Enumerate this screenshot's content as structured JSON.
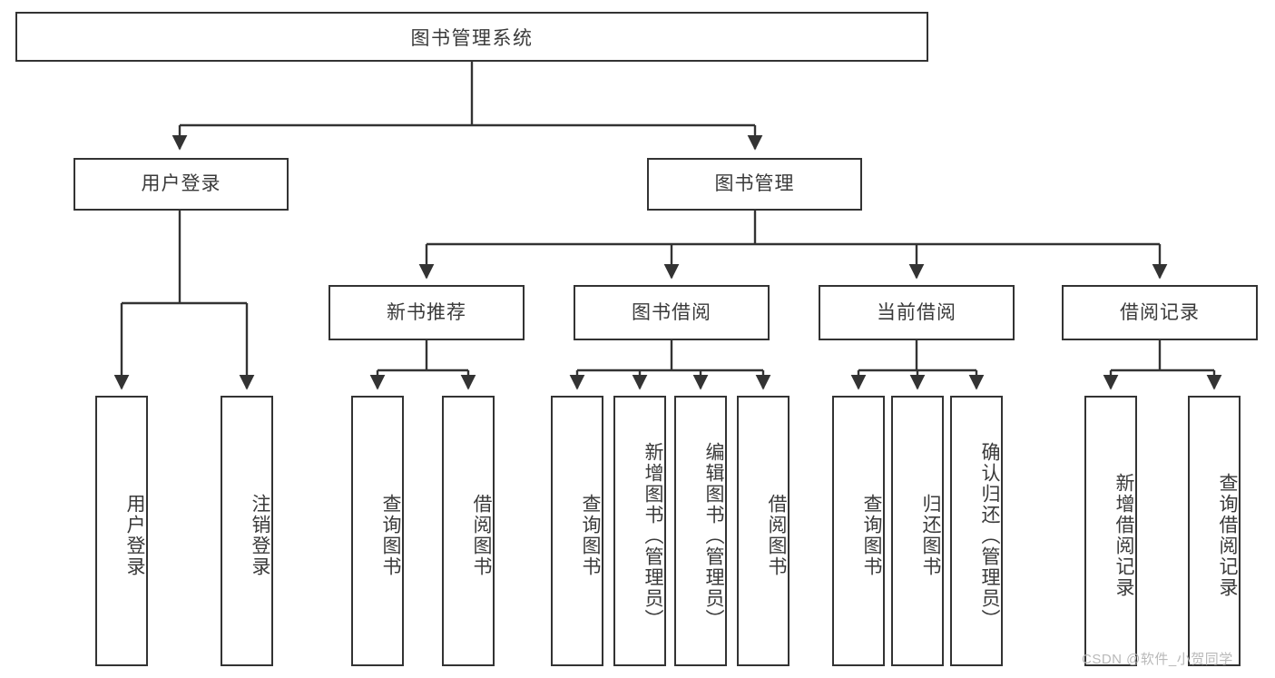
{
  "diagram": {
    "title": "图书管理系统",
    "type": "tree",
    "orientation": "top-down",
    "line_color": "#333333",
    "box_fill": "#ffffff",
    "text_color": "#3a3a3a",
    "watermark": "CSDN @软件_小贺同学",
    "levels": {
      "root": {
        "label": "图书管理系统"
      },
      "level2": [
        {
          "label": "用户登录"
        },
        {
          "label": "图书管理"
        }
      ],
      "level3": [
        {
          "label": "新书推荐"
        },
        {
          "label": "图书借阅"
        },
        {
          "label": "当前借阅"
        },
        {
          "label": "借阅记录"
        }
      ],
      "leaves": {
        "user_login": [
          {
            "label": "用户登录"
          },
          {
            "label": "注销登录"
          }
        ],
        "new_book_recommend": [
          {
            "label": "查询图书"
          },
          {
            "label": "借阅图书"
          }
        ],
        "book_borrow": [
          {
            "label": "查询图书"
          },
          {
            "label": "新增图书（管理员）"
          },
          {
            "label": "编辑图书（管理员）"
          },
          {
            "label": "借阅图书"
          }
        ],
        "current_borrow": [
          {
            "label": "查询图书"
          },
          {
            "label": "归还图书"
          },
          {
            "label": "确认归还（管理员）"
          }
        ],
        "borrow_record": [
          {
            "label": "新增借阅记录"
          },
          {
            "label": "查询借阅记录"
          }
        ]
      }
    }
  }
}
